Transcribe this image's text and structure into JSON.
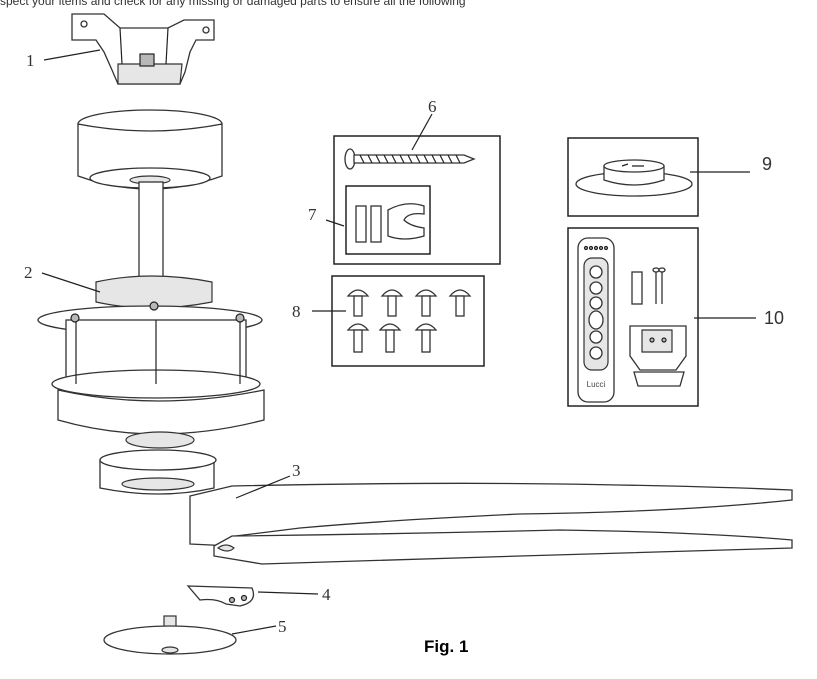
{
  "header_text": "spect your items and check for any missing or damaged parts to ensure all the following",
  "labels": {
    "p1": "1",
    "p2": "2",
    "p3": "3",
    "p4": "4",
    "p5": "5",
    "p6": "6",
    "p7": "7",
    "p8": "8",
    "p9": "9",
    "p10": "10"
  },
  "remote_brand": "Lucci",
  "caption": "Fig. 1"
}
